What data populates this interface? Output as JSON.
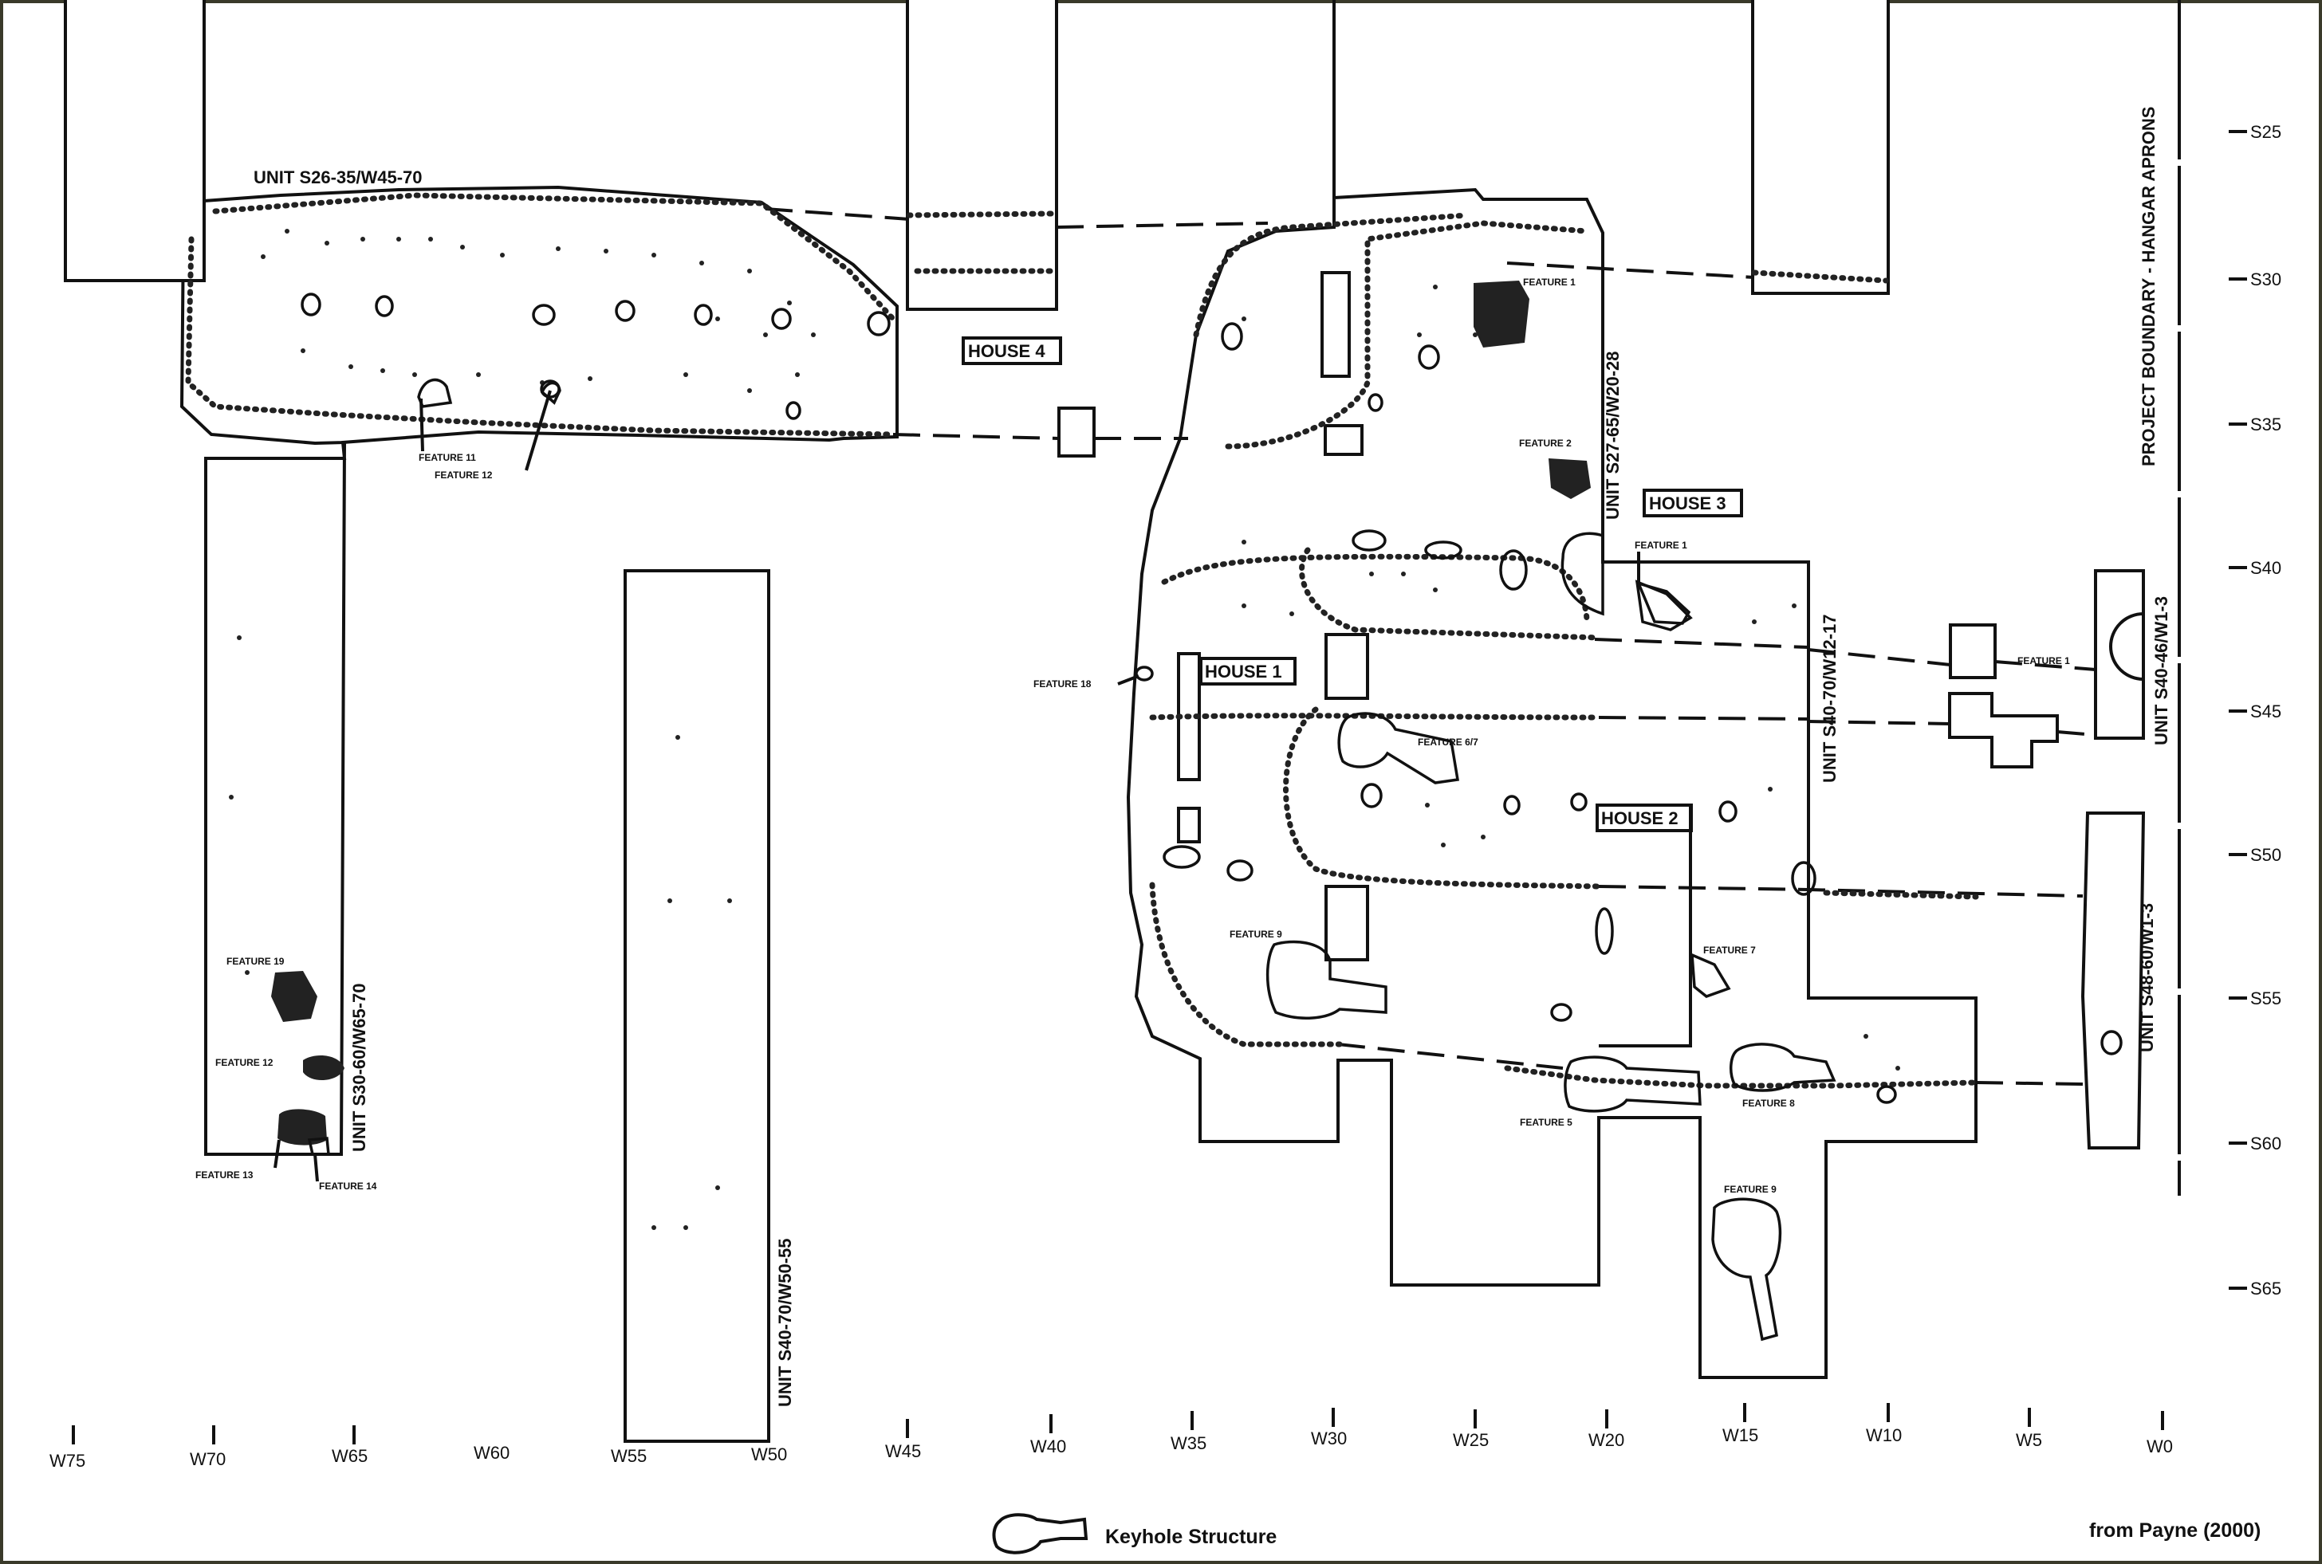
{
  "units": {
    "u1": "UNIT S26-35/W45-70",
    "u2": "UNIT S30-60/W65-70",
    "u3": "UNIT S40-70/W50-55",
    "u4": "UNIT S27-65/W20-28",
    "u5": "UNIT S40-70/W12-17",
    "u6": "UNIT S40-46/W1-3",
    "u7": "UNIT S48-60/W1-3"
  },
  "houses": {
    "h1": "HOUSE 1",
    "h2": "HOUSE 2",
    "h3": "HOUSE 3",
    "h4": "HOUSE 4"
  },
  "features": {
    "f11": "FEATURE 11",
    "f12": "FEATURE 12",
    "f19": "FEATURE 19",
    "f12b": "FEATURE 12",
    "f13": "FEATURE 13",
    "f14": "FEATURE 14",
    "f1a": "FEATURE 1",
    "f2": "FEATURE 2",
    "f1b": "FEATURE 1",
    "f18": "FEATURE 18",
    "f67": "FEATURE 6/7",
    "f9a": "FEATURE 9",
    "f7": "FEATURE 7",
    "f8": "FEATURE 8",
    "f5": "FEATURE 5",
    "f9b": "FEATURE 9",
    "f1c": "FEATURE 1"
  },
  "project_boundary": "PROJECT BOUNDARY - HANGAR APRONS",
  "x_axis": [
    "W75",
    "W70",
    "W65",
    "W60",
    "W55",
    "W50",
    "W45",
    "W40",
    "W35",
    "W30",
    "W25",
    "W20",
    "W15",
    "W10",
    "W5",
    "W0"
  ],
  "y_axis": [
    "S25",
    "S30",
    "S35",
    "S40",
    "S45",
    "S50",
    "S55",
    "S60",
    "S65"
  ],
  "legend": {
    "label": "Keyhole Structure"
  },
  "source": "from Payne (2000)"
}
